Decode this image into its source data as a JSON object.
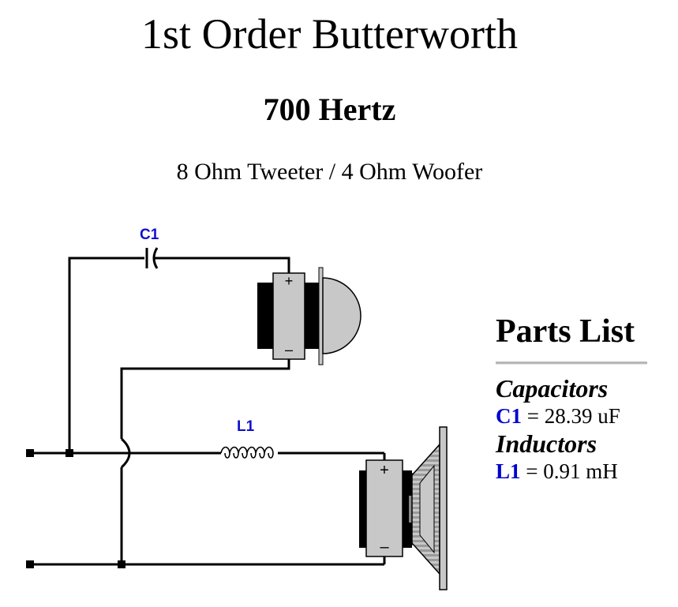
{
  "title": "1st Order Butterworth",
  "frequency": "700 Hertz",
  "description": "8 Ohm Tweeter / 4 Ohm Woofer",
  "schematic": {
    "capacitor_label": "C1",
    "inductor_label": "L1",
    "plus_sign": "+",
    "minus_sign": "–"
  },
  "parts_list": {
    "title": "Parts List",
    "capacitors_heading": "Capacitors",
    "capacitors": [
      {
        "ref": "C1",
        "value": "= 28.39 uF"
      }
    ],
    "inductors_heading": "Inductors",
    "inductors": [
      {
        "ref": "L1",
        "value": "= 0.91 mH"
      }
    ]
  },
  "colors": {
    "label_blue": "#1010cc",
    "wire": "#000000",
    "speaker_gray": "#c8c8c8"
  }
}
